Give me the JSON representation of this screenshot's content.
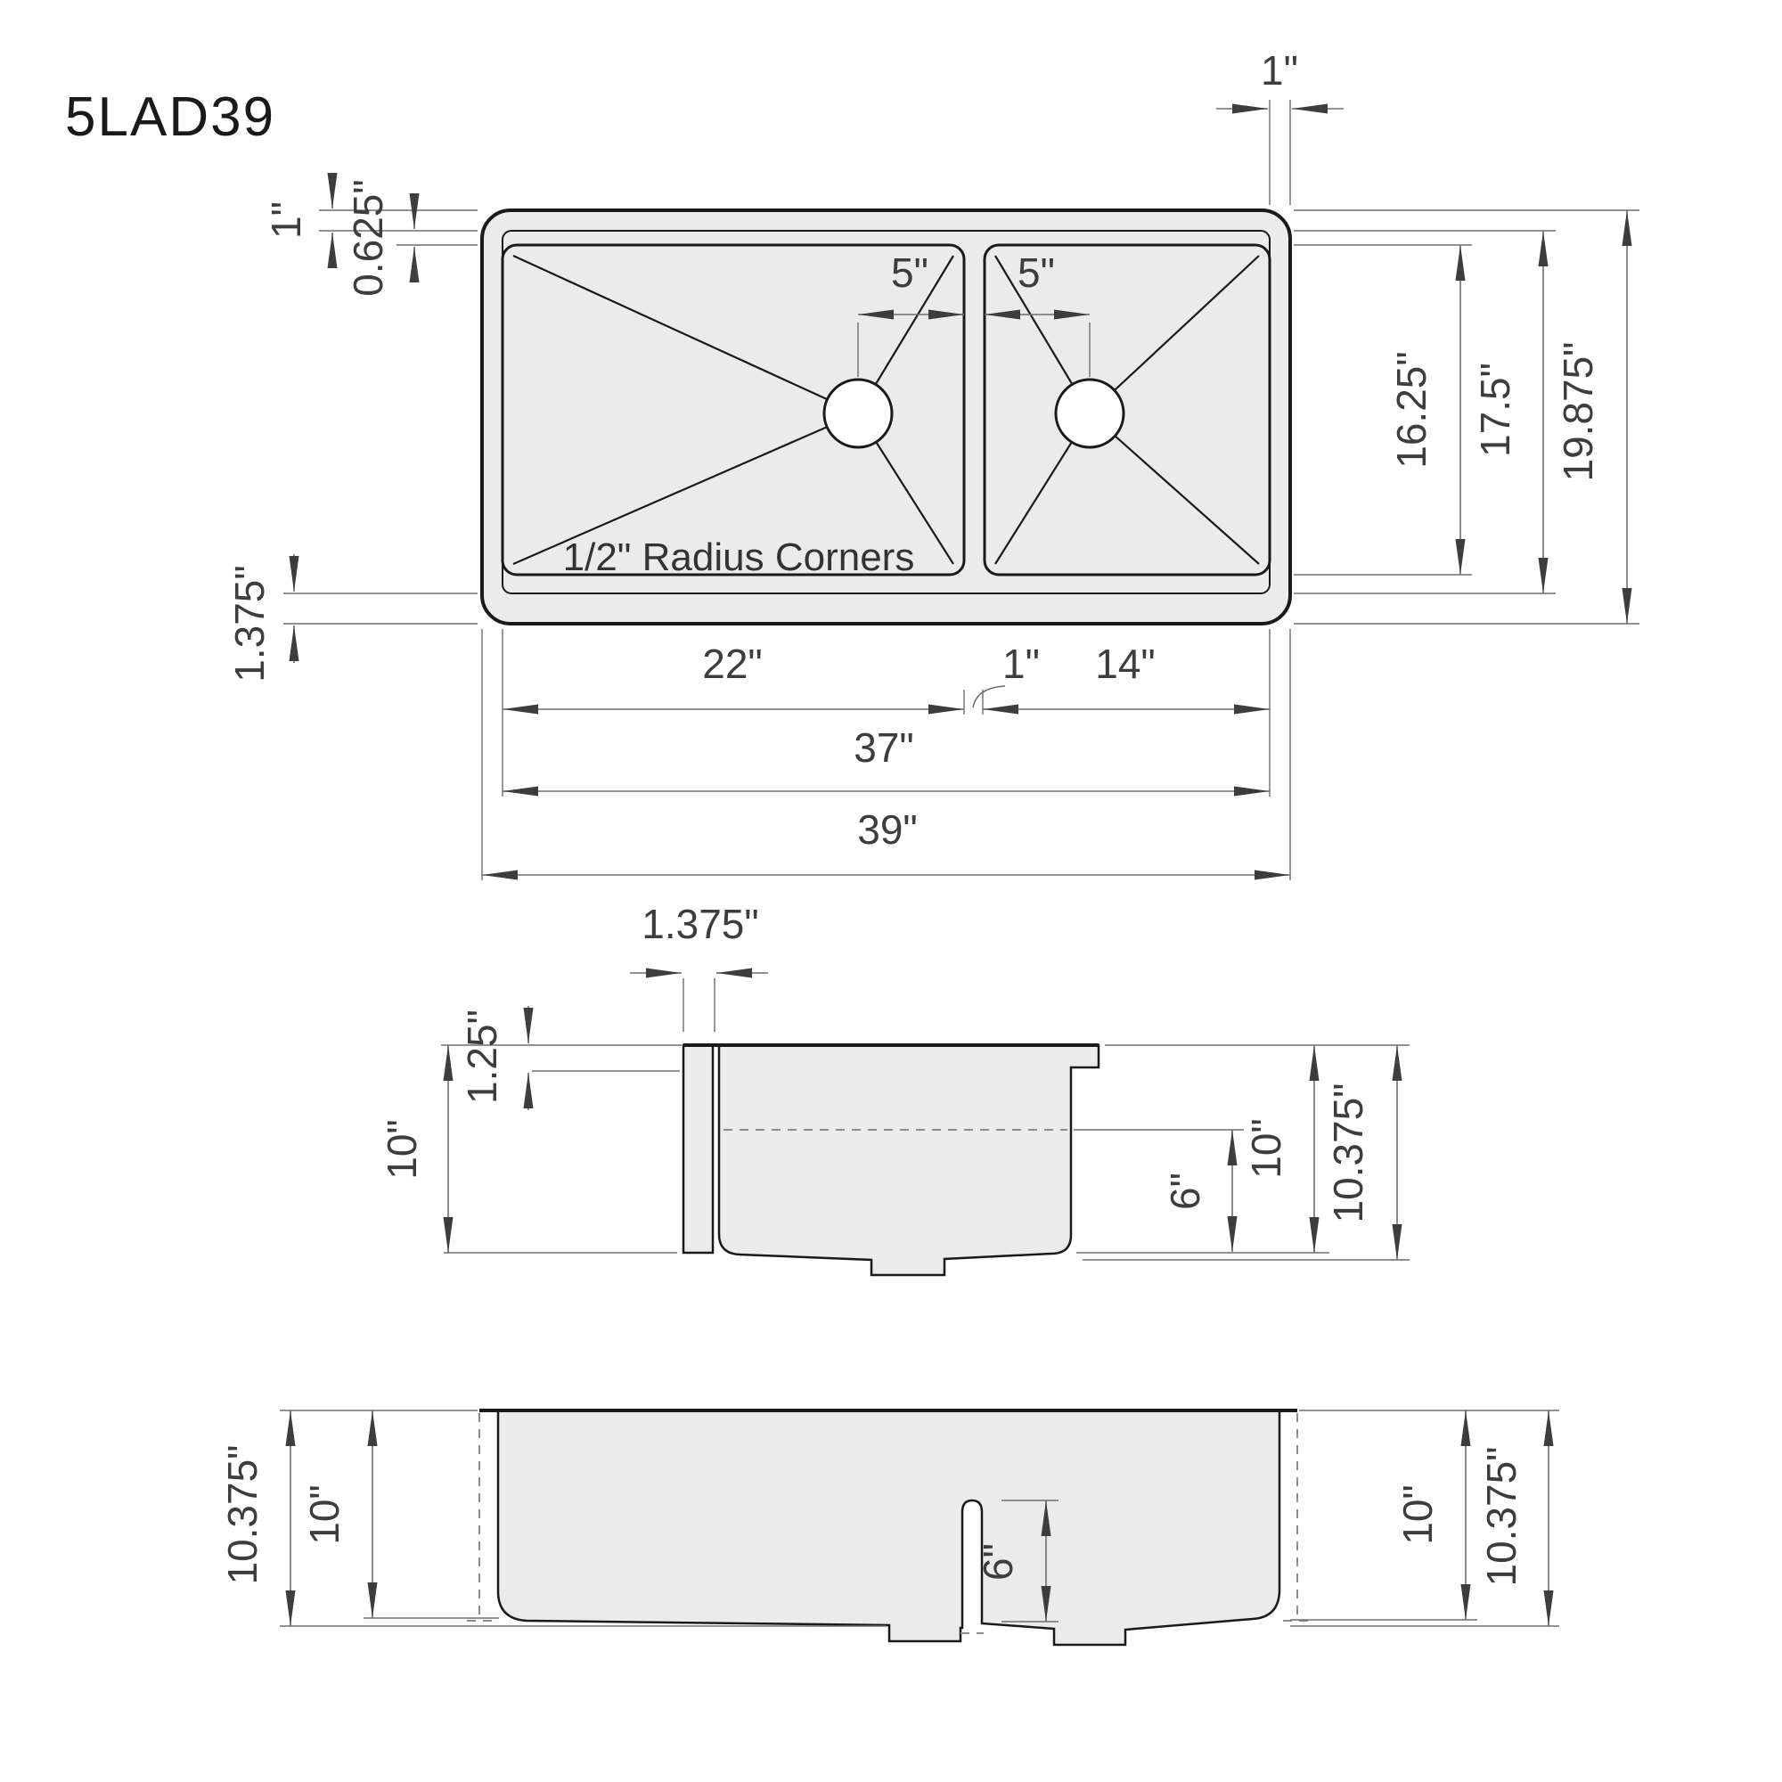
{
  "title": "5LAD39",
  "colors": {
    "background": "#ffffff",
    "body_fill": "#ebebeb",
    "object_line": "#1a1a1a",
    "dimension_line": "#6e6e6e",
    "hidden_line": "#8c8c8c",
    "text": "#3d3d3d"
  },
  "top_view": {
    "note": "1/2\" Radius Corners",
    "dims": {
      "rim_top": "1\"",
      "rim_step": "0.625\"",
      "rim_right": "1\"",
      "drain_left": "5\"",
      "drain_right": "5\"",
      "bowl_depth": "16.25\"",
      "inner_depth": "17.5\"",
      "overall_depth": "19.875\"",
      "rim_bottom": "1.375\"",
      "bowl_left_width": "22\"",
      "divider_width": "1\"",
      "bowl_right_width": "14\"",
      "inner_width": "37\"",
      "overall_width": "39\""
    }
  },
  "section_view": {
    "dims": {
      "lip_width": "1.375\"",
      "rim_depth": "1.25\"",
      "depth_left": "10\"",
      "water_depth": "6\"",
      "depth_right": "10\"",
      "overall_depth": "10.375\""
    }
  },
  "front_view": {
    "dims": {
      "overall_left": "10.375\"",
      "depth_left": "10\"",
      "divider_depth": "6\"",
      "depth_right": "10\"",
      "overall_right": "10.375\""
    }
  }
}
